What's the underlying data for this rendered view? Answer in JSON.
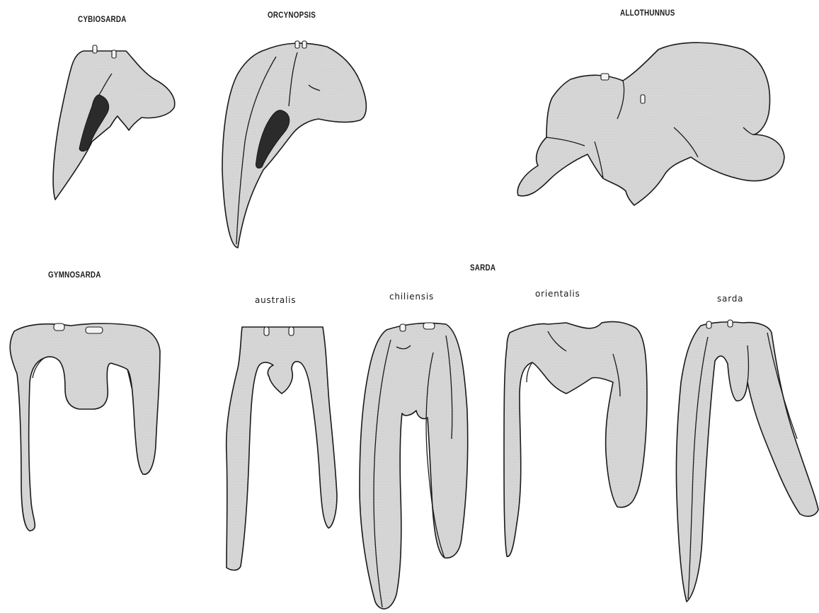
{
  "figure": {
    "labels": {
      "cybiosarda": "CYBIOSARDA",
      "orcynopsis": "ORCYNOPSIS",
      "allothunnus": "ALLOTHUNNUS",
      "gymnosarda": "GYMNOSARDA",
      "sarda": "SARDA"
    },
    "sarda_species": {
      "australis": "australis",
      "chiliensis": "chiliensis",
      "orientalis": "orientalis",
      "sarda": "sarda"
    },
    "colors": {
      "fill": "#d6d6d6",
      "outline": "#1a1a1a",
      "gall_bladder": "#2b2b2b",
      "background": "#ffffff"
    }
  }
}
